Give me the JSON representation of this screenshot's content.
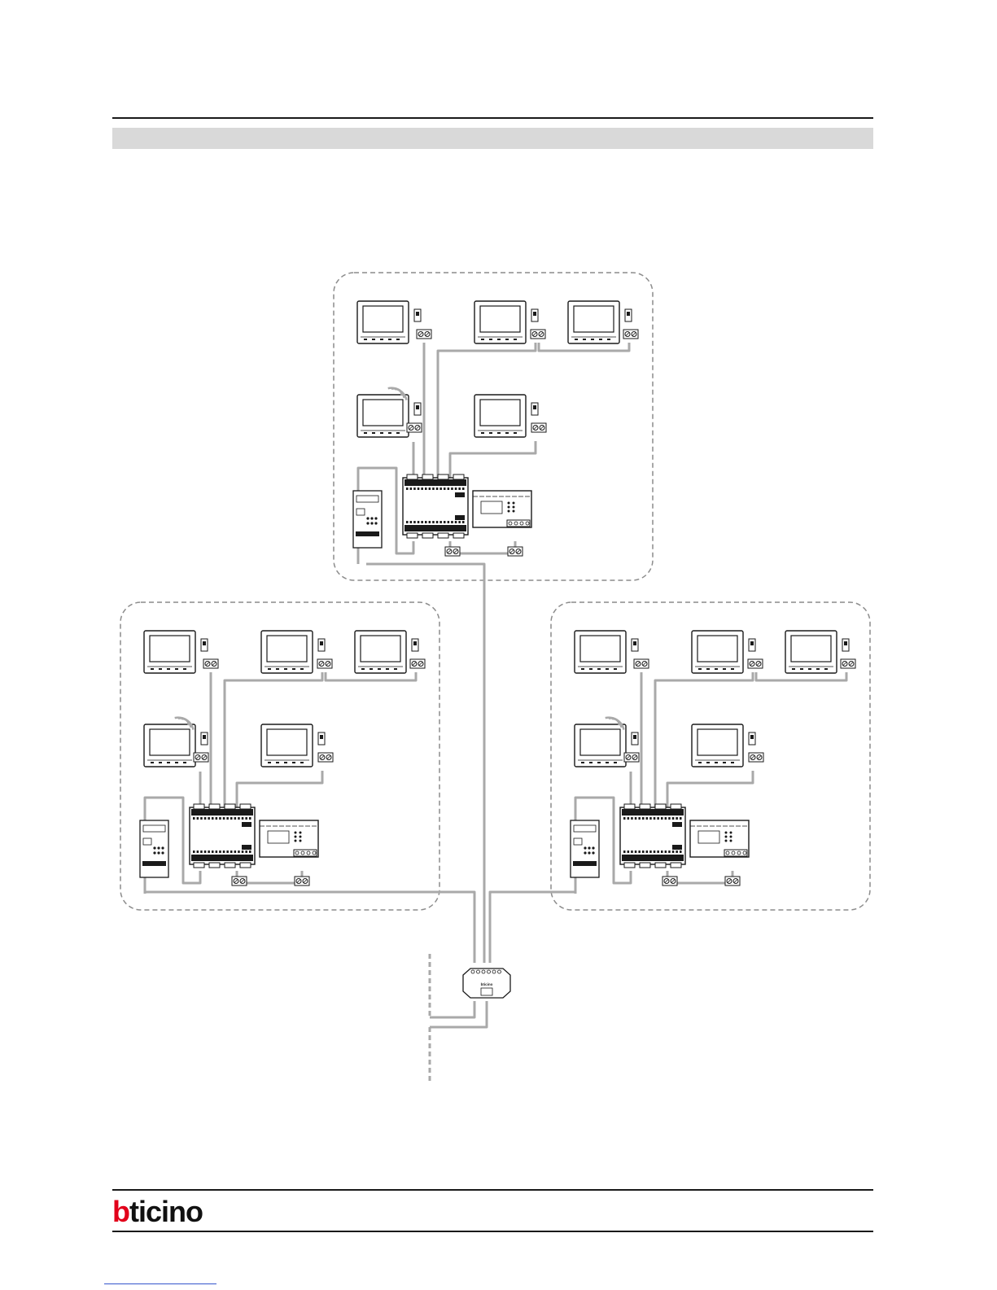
{
  "colors": {
    "rule": "#1a1a1a",
    "header_band": "#d9d9d9",
    "wire": "#a9a9a9",
    "dashed_border": "#8c8c8c",
    "device_outline": "#1a1a1a",
    "brand_red": "#e2001a",
    "brand_dark": "#111111",
    "link": "#3355cc"
  },
  "diagram": {
    "groups": [
      {
        "name": "top",
        "devices": [
          "monitor",
          "monitor",
          "monitor",
          "monitor-wireless",
          "monitor",
          "wifi-module",
          "distributor",
          "power-supply"
        ]
      },
      {
        "name": "left",
        "devices": [
          "monitor",
          "monitor",
          "monitor",
          "monitor-wireless",
          "monitor",
          "wifi-module",
          "distributor",
          "power-supply"
        ]
      },
      {
        "name": "right",
        "devices": [
          "monitor",
          "monitor",
          "monitor",
          "monitor-wireless",
          "monitor",
          "wifi-module",
          "distributor",
          "power-supply"
        ]
      }
    ],
    "central_device": "junction-box",
    "junction_brand": "bticino"
  },
  "footer": {
    "logo_first": "b",
    "logo_rest": "ticino"
  }
}
